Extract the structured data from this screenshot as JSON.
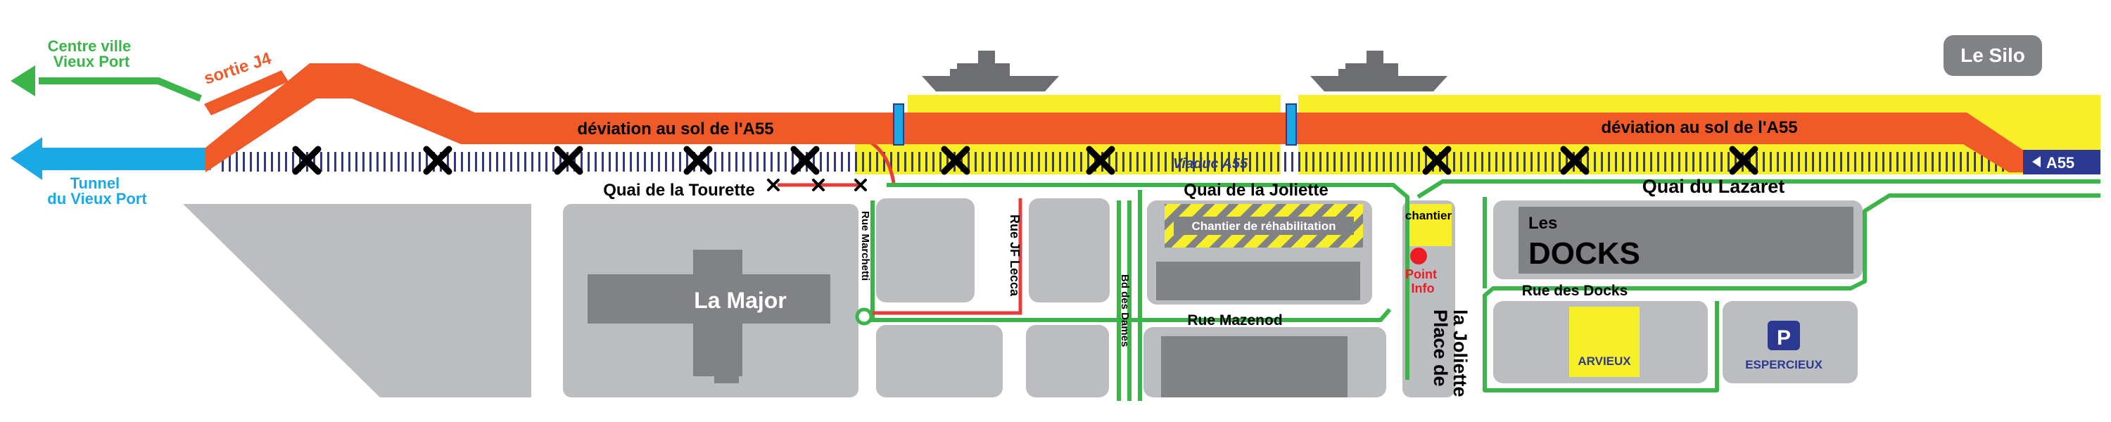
{
  "map": {
    "colors": {
      "deviation": "#f05a28",
      "viaduct_zone": "#f7ef27",
      "green_route": "#3bb54a",
      "blue_route": "#1ba9e6",
      "a55_badge": "#2b3990",
      "closed_road": "#e63c3c",
      "block_gray": "#bcbdc0",
      "block_dark": "#808285",
      "ship": "#6d6e71",
      "poi_red": "#ed1c24"
    },
    "routes": {
      "centre_ville": "Centre ville\nVieux Port",
      "sortie": "sortie J4",
      "tunnel": "Tunnel\ndu Vieux Port",
      "deviation_left": "déviation au sol de l'A55",
      "deviation_right": "déviation au sol de l'A55",
      "viaduc": "Viaduc A55",
      "a55": "A55"
    },
    "streets": {
      "tourette": "Quai de la Tourette",
      "joliette_quai": "Quai de la Joliette",
      "lazaret": "Quai du Lazaret",
      "marchetti": "Rue Marchetti",
      "lecca": "Rue JF Lecca",
      "dames": "Bd des Dames",
      "mazenod": "Rue Mazenod",
      "docks_rue": "Rue des Docks",
      "place_joliette": "Place de\nla Joliette"
    },
    "places": {
      "la_major": "La Major",
      "le_silo": "Le Silo",
      "les": "Les",
      "docks": "DOCKS",
      "chantier_rehab": "Chantier de réhabilitation",
      "chantier": "chantier",
      "point_info": "Point\nInfo",
      "arvieux": "ARVIEUX",
      "parking_letter": "P",
      "espercieux": "ESPERCIEUX"
    }
  }
}
